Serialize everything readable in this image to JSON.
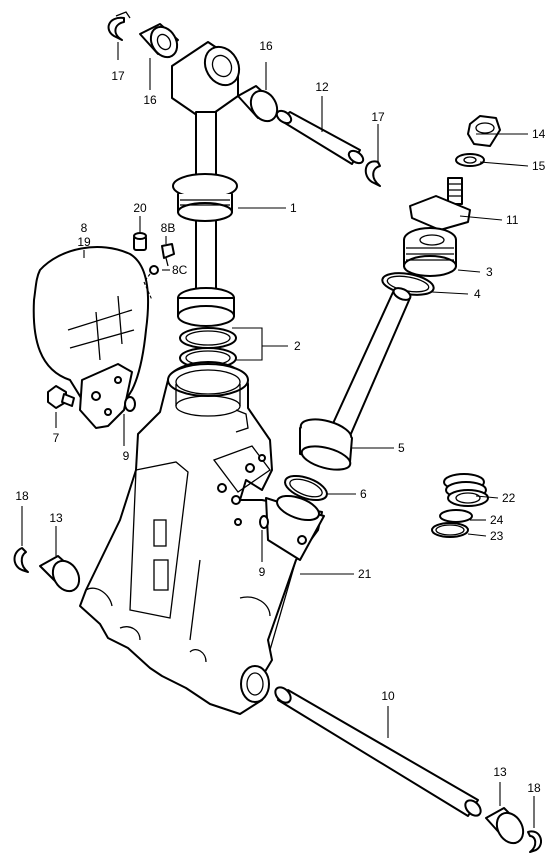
{
  "labels": {
    "l1": "1",
    "l2": "2",
    "l3": "3",
    "l4": "4",
    "l5": "5",
    "l6": "6",
    "l7": "7",
    "l8": "8",
    "l19": "19",
    "l8b": "8B",
    "l8c": "8C",
    "l9a": "9",
    "l9b": "9",
    "l10": "10",
    "l11": "11",
    "l12": "12",
    "l13a": "13",
    "l13b": "13",
    "l14": "14",
    "l15": "15",
    "l16a": "16",
    "l16b": "16",
    "l17a": "17",
    "l17b": "17",
    "l18a": "18",
    "l18b": "18",
    "l20": "20",
    "l21": "21",
    "l22": "22",
    "l23": "23",
    "l24": "24"
  }
}
